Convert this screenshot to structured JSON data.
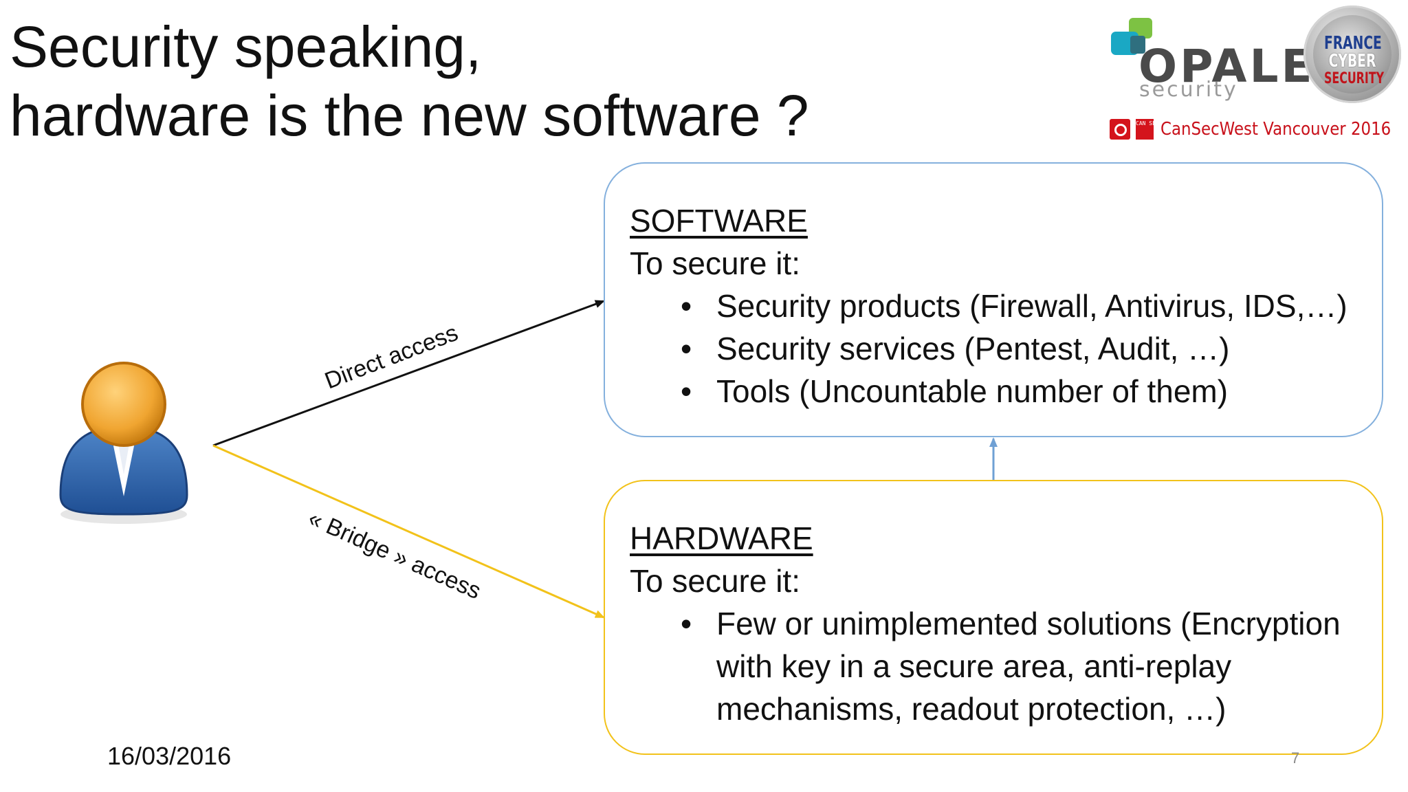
{
  "slide": {
    "title_line1": "Security speaking,",
    "title_line2": "hardware is the new software ?",
    "date": "16/03/2016",
    "page_number": "7"
  },
  "logos": {
    "opale_name": "OPALE",
    "opale_sub": "security",
    "badge_line1": "FRANCE",
    "badge_line2": "CYBER",
    "badge_line3": "SECURITY",
    "cansec_icon_text": "CAN SEC WEST",
    "conference": "CanSecWest Vancouver 2016"
  },
  "diagram": {
    "arrow_direct_label": "Direct access",
    "arrow_bridge_label": "« Bridge » access",
    "software": {
      "heading": "SOFTWARE",
      "subheading": "To secure it:",
      "items": [
        "Security products (Firewall, Antivirus, IDS,…)",
        "Security services (Pentest, Audit, …)",
        "Tools (Uncountable number of them)"
      ]
    },
    "hardware": {
      "heading": "HARDWARE",
      "subheading": "To secure it:",
      "items": [
        "Few or unimplemented solutions (Encryption with key in a secure area, anti-replay mechanisms, readout protection, …)"
      ]
    },
    "bullet_char": "•"
  },
  "colors": {
    "software_border": "#84b0dd",
    "hardware_border": "#f2c21a",
    "direct_arrow": "#111111",
    "bridge_arrow": "#f2c21a",
    "up_arrow": "#6fa0d4",
    "person_head": "#f0a531",
    "person_body": "#2e63a8"
  },
  "icons": {
    "user": "user-icon",
    "opale_logo": "opale-logo-icon",
    "cyber_badge": "france-cyber-security-badge-icon",
    "cansec_logo": "cansecwest-logo-icon"
  }
}
